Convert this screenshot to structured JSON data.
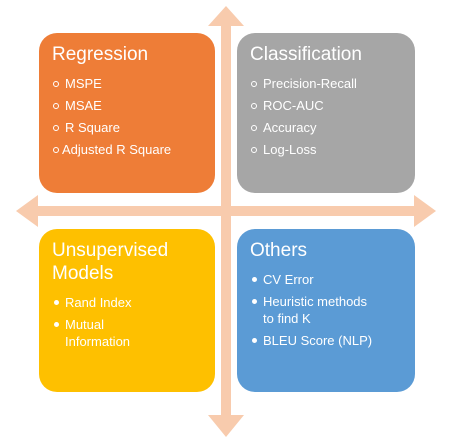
{
  "quadrants": {
    "regression": {
      "title": "Regression",
      "items": [
        "MSPE",
        "MSAE",
        "R Square",
        "Adjusted R Square"
      ]
    },
    "classification": {
      "title": "Classification",
      "items": [
        "Precision-Recall",
        "ROC-AUC",
        "Accuracy",
        "Log-Loss"
      ]
    },
    "unsupervised": {
      "title_line1": "Unsupervised",
      "title_line2": "Models",
      "items": [
        [
          "Rand Index"
        ],
        [
          "Mutual",
          "Information"
        ]
      ]
    },
    "others": {
      "title": "Others",
      "items": [
        [
          "CV Error"
        ],
        [
          "Heuristic methods",
          "to find K"
        ],
        [
          "BLEU Score (NLP)"
        ]
      ]
    }
  },
  "colors": {
    "regression": "#ee7d37",
    "classification": "#a6a6a6",
    "unsupervised": "#fec000",
    "others": "#5b9bd5",
    "axis_arrows": "#f8cbad"
  }
}
